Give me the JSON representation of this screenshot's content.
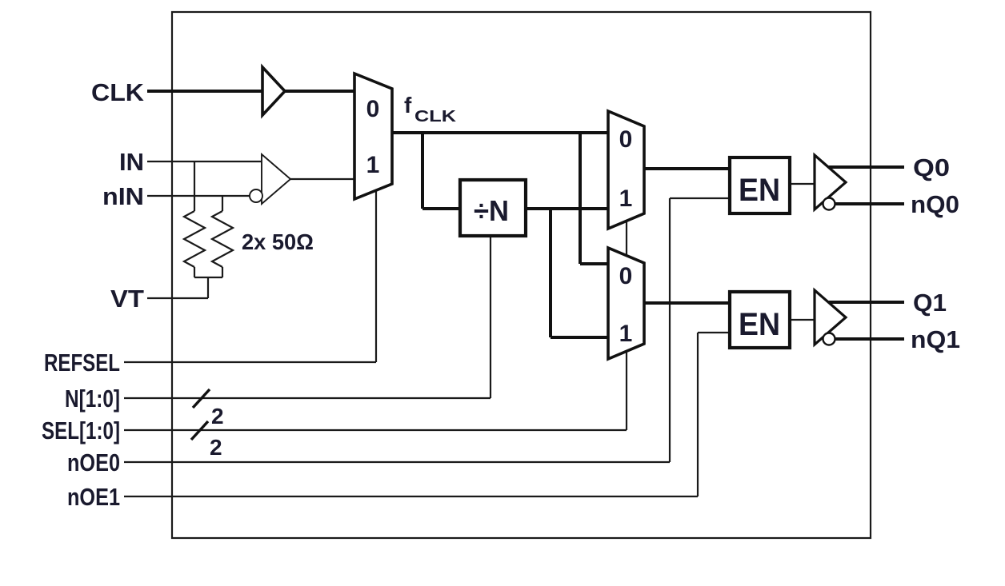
{
  "diagram": {
    "kind": "functional-block-diagram",
    "colors": {
      "ink": "#1a1a1a",
      "background": "#ffffff"
    },
    "ports": {
      "clk": "CLK",
      "in_p": "IN",
      "in_n": "nIN",
      "vt": "VT",
      "refsel": "REFSEL",
      "n_bus": "N[1:0]",
      "sel_bus": "SEL[1:0]",
      "noe0": "nOE0",
      "noe1": "nOE1",
      "q0": "Q0",
      "nq0": "nQ0",
      "q1": "Q1",
      "nq1": "nQ1"
    },
    "blocks": {
      "divider": "÷N",
      "enable0": "EN",
      "enable1": "EN"
    },
    "mux_inputs": {
      "zero": "0",
      "one": "1"
    },
    "net_labels": {
      "fclk_symbol": "f",
      "fclk_subscript": "CLK"
    },
    "bus_annotations": {
      "n_width": "2",
      "sel_width": "2"
    },
    "annotations": {
      "termination": "2x 50Ω"
    }
  }
}
